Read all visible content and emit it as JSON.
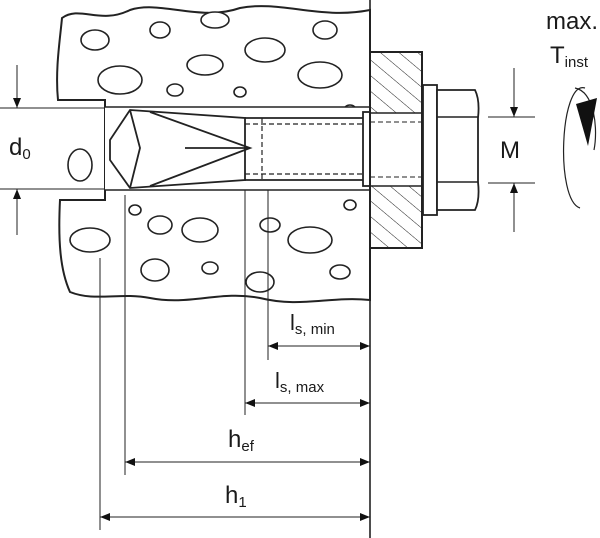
{
  "labels": {
    "d0": {
      "main": "d",
      "sub": "0"
    },
    "M": "M",
    "torque_line1": "max.",
    "torque_line2": {
      "main": "T",
      "sub": "inst"
    },
    "ls_min": {
      "main": "l",
      "sub": "s, min"
    },
    "ls_max": {
      "main": "l",
      "sub": "s, max"
    },
    "hef": {
      "main": "h",
      "sub": "ef"
    },
    "h1": {
      "main": "h",
      "sub": "1"
    }
  }
}
